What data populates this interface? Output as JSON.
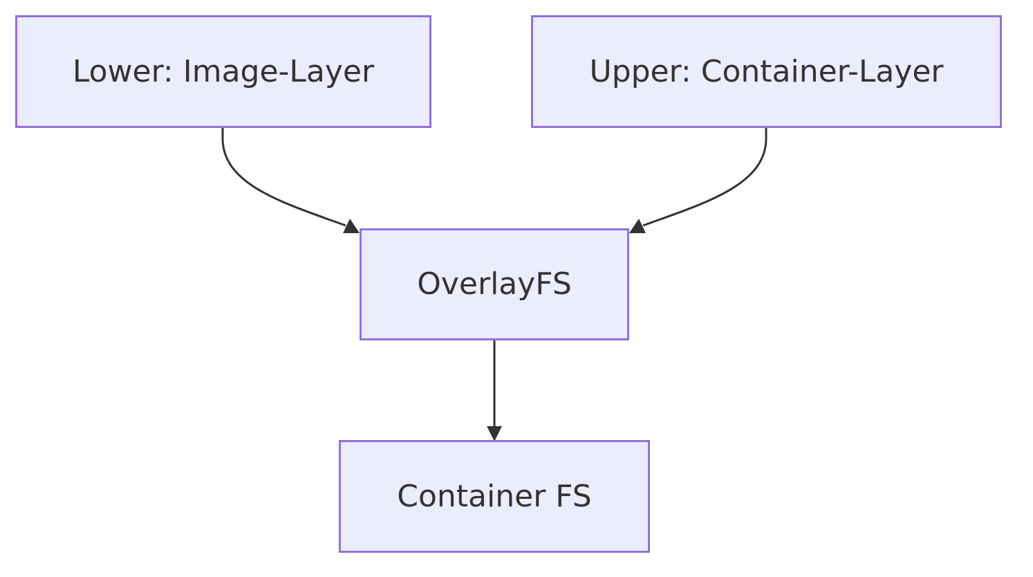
{
  "diagram": {
    "type": "flowchart",
    "direction": "top-down",
    "colors": {
      "node_fill": "#ececff",
      "node_border": "#9370db",
      "text": "#333333",
      "edge": "#333333"
    },
    "nodes": {
      "lower": {
        "label": "Lower: Image-Layer"
      },
      "upper": {
        "label": "Upper: Container-Layer"
      },
      "overlay": {
        "label": "OverlayFS"
      },
      "container": {
        "label": "Container FS"
      }
    },
    "edges": [
      {
        "from": "lower",
        "to": "overlay"
      },
      {
        "from": "upper",
        "to": "overlay"
      },
      {
        "from": "overlay",
        "to": "container"
      }
    ]
  }
}
